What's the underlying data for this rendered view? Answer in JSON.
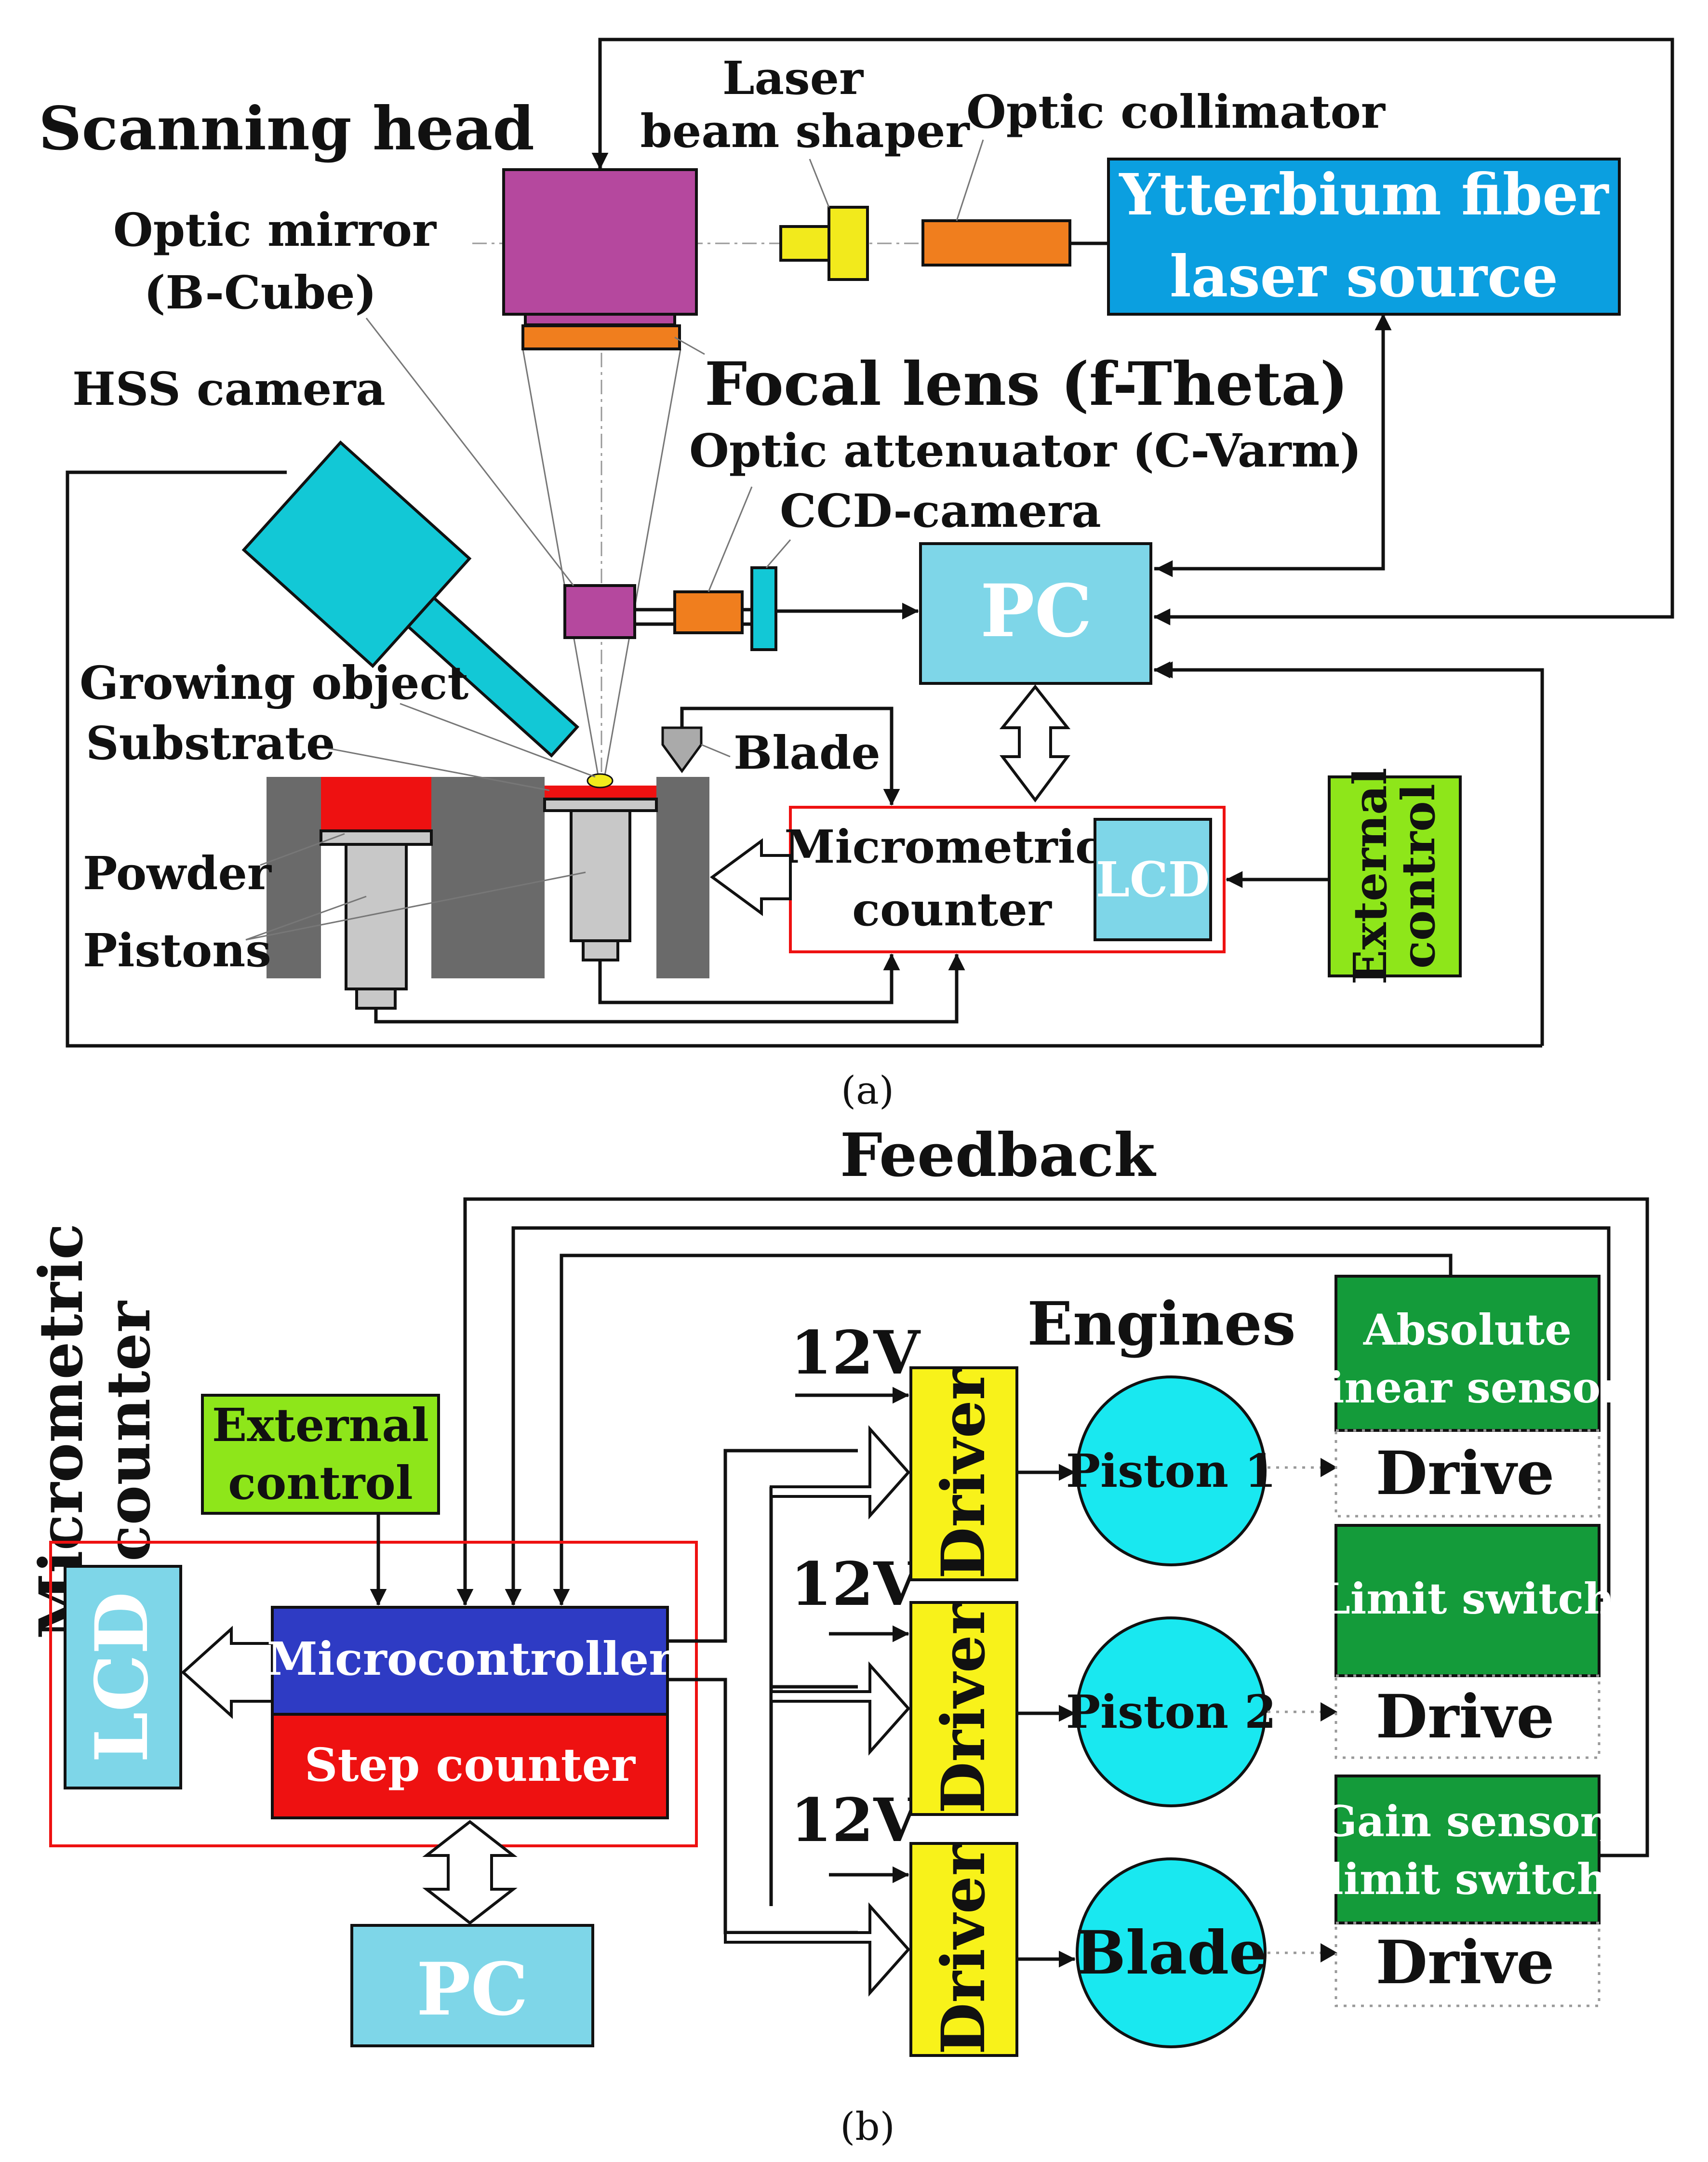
{
  "panel_a": {
    "labels": {
      "scanning_head": "Scanning head",
      "laser_beam_shaper_1": "Laser",
      "laser_beam_shaper_2": "beam shaper",
      "optic_collimator": "Optic collimator",
      "laser_source_1": "Ytterbium fiber",
      "laser_source_2": "laser source",
      "optic_mirror_1": "Optic mirror",
      "optic_mirror_2": "(B-Cube)",
      "focal_lens": "Focal lens (f-Theta)",
      "hss_camera": "HSS camera",
      "optic_attenuator": "Optic attenuator (C-Varm)",
      "ccd_camera": "CCD-camera",
      "pc": "PC",
      "growing_object": "Growing object",
      "substrate": "Substrate",
      "blade": "Blade",
      "powder": "Powder",
      "pistons": "Pistons",
      "micrometric_counter_1": "Micrometric",
      "micrometric_counter_2": "counter",
      "lcd": "LCD",
      "external_control_1": "External",
      "external_control_2": "control"
    },
    "caption": "(a)"
  },
  "panel_b": {
    "labels": {
      "side_title_1": "Micrometric",
      "side_title_2": "counter",
      "feedback": "Feedback",
      "engines": "Engines",
      "external_control_1": "External",
      "external_control_2": "control",
      "lcd": "LCD",
      "microcontroller": "Microcontroller",
      "step_counter": "Step counter",
      "pc": "PC",
      "v12": "12V",
      "driver": "Driver",
      "piston_1": "Piston 1",
      "piston_2": "Piston 2",
      "blade": "Blade",
      "drive": "Drive",
      "sensor_1_1": "Absolute",
      "sensor_1_2": "linear sensor",
      "sensor_2": "Limit switch",
      "sensor_3_1": "Gain sensor,",
      "sensor_3_2": "limit switch"
    },
    "caption": "(b)"
  },
  "colors": {
    "scanning_head": "#b5489e",
    "beam_shaper": "#f2ea1c",
    "collimator": "#f07e1e",
    "laser_source": "#0b9fe0",
    "pc": "#7ed6e8",
    "hss_camera": "#12c8d6",
    "red": "#ee1111",
    "lime": "#8ee61a",
    "microcontroller": "#2e3bc4",
    "driver": "#f8f21a",
    "engine": "#19e8f0",
    "sensor": "#149b3a",
    "gray": "#6a6a6a",
    "light_gray": "#c8c8c8"
  }
}
